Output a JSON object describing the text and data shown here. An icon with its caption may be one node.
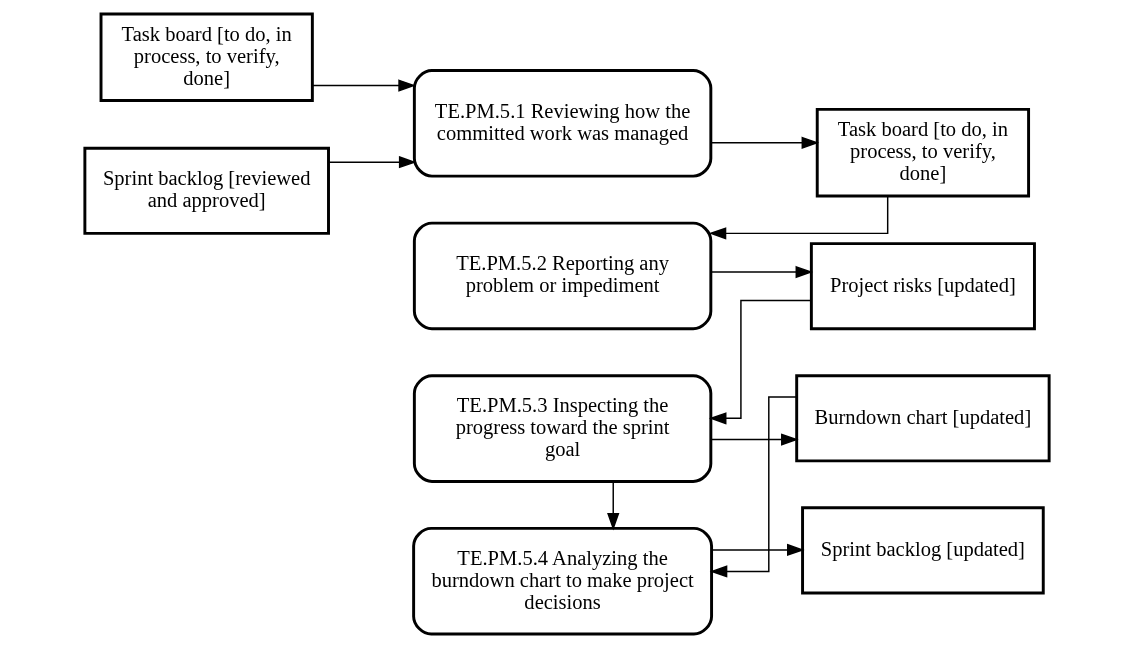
{
  "diagram": {
    "nodes": [
      {
        "text": [
          "Task board [to do, in process, to verify, done]"
        ]
      },
      {
        "text": [
          "Sprint backlog [reviewed and approved]"
        ]
      },
      {
        "text": [
          "TE.PM.5.1 Reviewing how the committed work was managed"
        ]
      },
      {
        "text": [
          "Task board [to do, in process, to verify, done]"
        ]
      },
      {
        "text": [
          "TE.PM.5.2 Reporting any problem or impediment"
        ]
      },
      {
        "text": [
          "Project risks [updated]"
        ]
      },
      {
        "text": [
          "TE.PM.5.3 Inspecting the progress toward the sprint goal"
        ]
      },
      {
        "text": [
          "Burndown chart [updated]"
        ]
      },
      {
        "text": [
          "TE.PM.5.4 Analyzing the burndown chart to make project decisions"
        ]
      },
      {
        "text": [
          "Sprint backlog [updated]"
        ]
      }
    ],
    "edges": [
      {
        "from": 0,
        "to": 2,
        "arrow": "to"
      },
      {
        "from": 1,
        "to": 2,
        "arrow": "to"
      },
      {
        "from": 2,
        "to": 3,
        "arrow": "to"
      },
      {
        "from": 3,
        "to": 4,
        "arrow": "to"
      },
      {
        "from": 4,
        "to": 5,
        "arrow": "to"
      },
      {
        "from": 5,
        "to": 6,
        "arrow": "to"
      },
      {
        "from": 6,
        "to": 7,
        "arrow": "to"
      },
      {
        "from": 6,
        "to": 8,
        "arrow": "to"
      },
      {
        "from": 7,
        "to": 8,
        "arrow": "to"
      },
      {
        "from": 8,
        "to": 9,
        "arrow": "to"
      }
    ]
  }
}
